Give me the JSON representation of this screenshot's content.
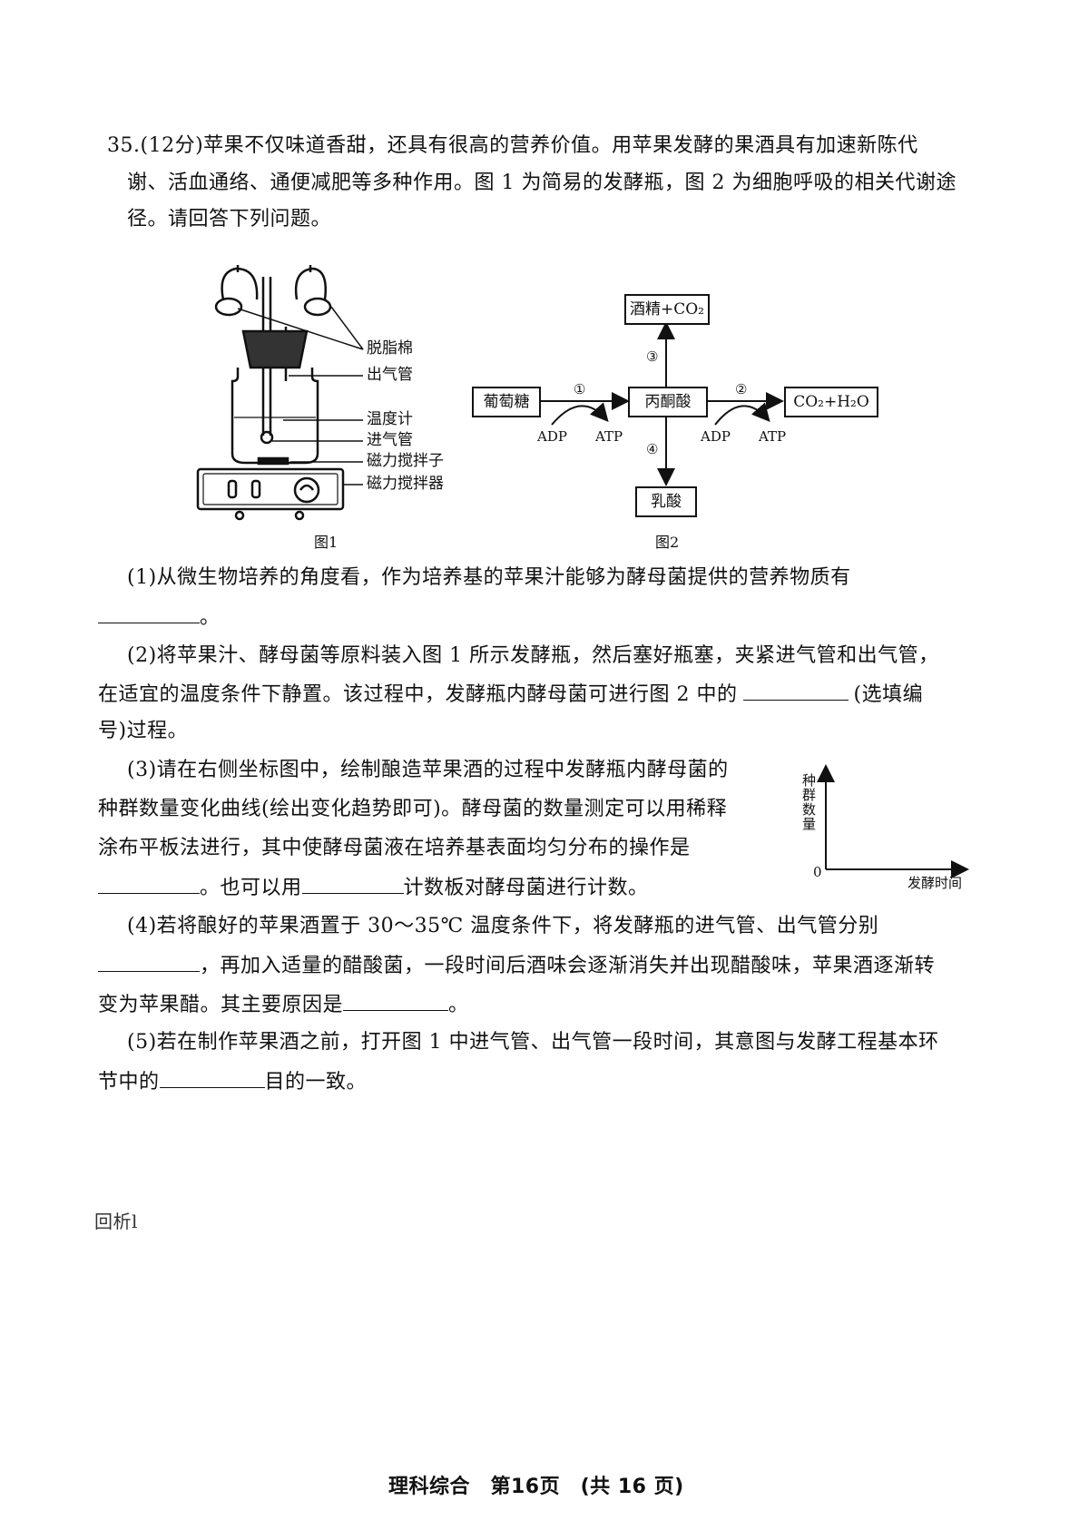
{
  "question": {
    "line1": "35.(12分)苹果不仅味道香甜，还具有很高的营养价值。用苹果发酵的果酒具有加速新陈代",
    "line2": "谢、活血通络、通便减肥等多种作用。图 1 为简易的发酵瓶，图 2 为细胞呼吸的相关代谢途",
    "line3": "径。请回答下列问题。"
  },
  "fig1": {
    "caption": "图1",
    "labels": [
      "脱脂棉",
      "出气管",
      "温度计",
      "进气管",
      "磁力搅拌子",
      "磁力搅拌器"
    ]
  },
  "fig2": {
    "caption": "图2",
    "glucose": "葡萄糖",
    "pyruvate": "丙酮酸",
    "alcohol": "酒精+CO₂",
    "co2h2o": "CO₂+H₂O",
    "lactate": "乳酸",
    "step1": "①",
    "step2": "②",
    "step3": "③",
    "step4": "④",
    "adp": "ADP",
    "atp": "ATP"
  },
  "q1": {
    "line1": "(1)从微生物培养的角度看，作为培养基的苹果汁能够为酵母菌提供的营养物质有",
    "end": "。"
  },
  "q2": {
    "line1": "(2)将苹果汁、酵母菌等原料装入图 1 所示发酵瓶，然后塞好瓶塞，夹紧进气管和出气管，",
    "line2a": "在适宜的温度条件下静置。该过程中，发酵瓶内酵母菌可进行图 2 中的",
    "line2b": "(选填编",
    "line3": "号)过程。"
  },
  "q3": {
    "line1": "(3)请在右侧坐标图中，绘制酿造苹果酒的过程中发酵瓶内酵母菌的",
    "line2": "种群数量变化曲线(绘出变化趋势即可)。酵母菌的数量测定可以用稀释",
    "line3": "涂布平板法进行，其中使酵母菌液在培养基表面均匀分布的操作是",
    "line4a": "。也可以用",
    "line4b": "计数板对酵母菌进行计数。",
    "graph_ylabel": "种群数量",
    "graph_origin": "0",
    "graph_xlabel": "发酵时间"
  },
  "q4": {
    "line1": "(4)若将酿好的苹果酒置于 30～35℃ 温度条件下，将发酵瓶的进气管、出气管分别",
    "line2": "，再加入适量的醋酸菌，一段时间后酒味会逐渐消失并出现醋酸味，苹果酒逐渐转",
    "line3a": "变为苹果醋。其主要原因是",
    "line3b": "。"
  },
  "q5": {
    "line1": "(5)若在制作苹果酒之前，打开图 1 中进气管、出气管一段时间，其意图与发酵工程基本环",
    "line2a": "节中的",
    "line2b": "目的一致。"
  },
  "stamp": "回析l",
  "footer": "理科综合　第16页　(共 16 页)"
}
